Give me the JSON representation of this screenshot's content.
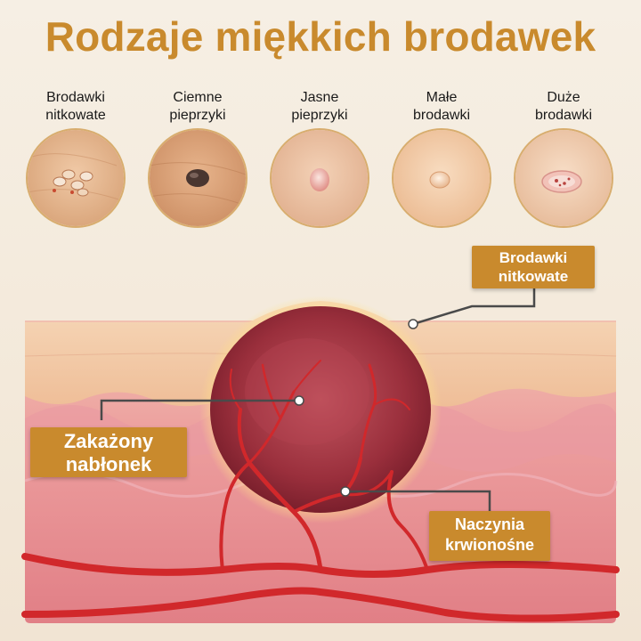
{
  "title": "Rodzaje miękkich brodawek",
  "types": [
    {
      "label": "Brodawki\nnitkowate",
      "icon": "filiform-wart-icon"
    },
    {
      "label": "Ciemne\npieprzyki",
      "icon": "dark-mole-icon"
    },
    {
      "label": "Jasne\npieprzyki",
      "icon": "light-mole-icon"
    },
    {
      "label": "Małe\nbrodawki",
      "icon": "small-wart-icon"
    },
    {
      "label": "Duże\nbrodawki",
      "icon": "large-wart-icon"
    }
  ],
  "callouts": {
    "filiform": "Brodawki\nnitkowate",
    "epithelium": "Zakażony\nnabłonek",
    "vessels": "Naczynia\nkrwionośne"
  },
  "colors": {
    "accent": "#c98a2d",
    "skin": "#f2c9a3",
    "dermis": "#e9a3a0",
    "vessel": "#d1282b",
    "wart": "#9a2f3c"
  }
}
